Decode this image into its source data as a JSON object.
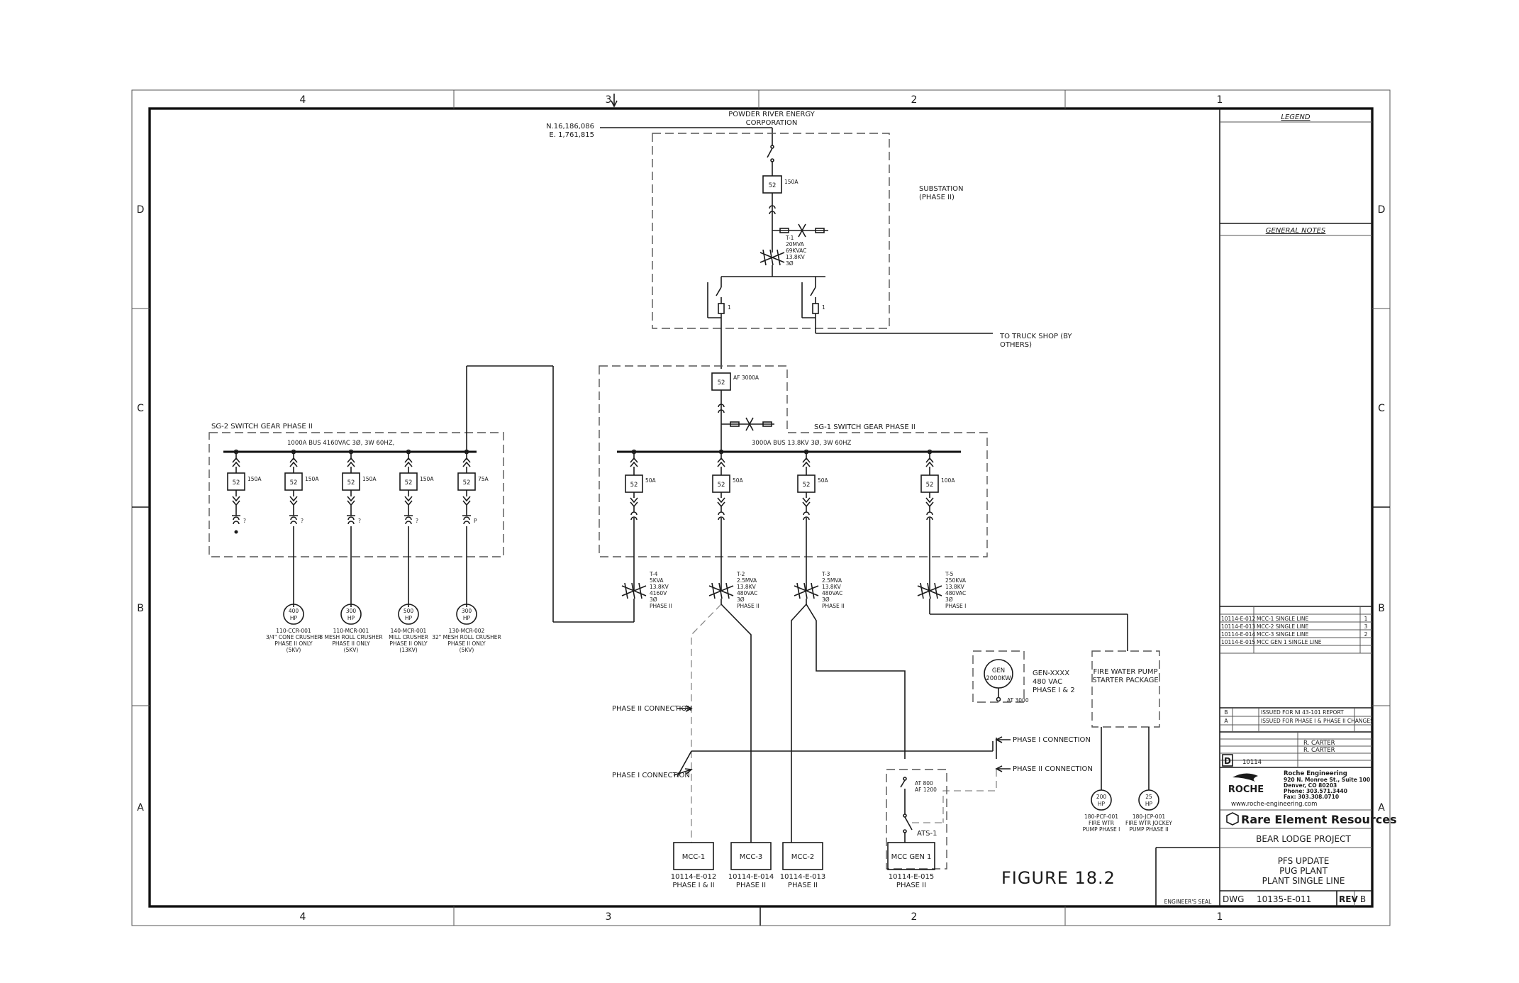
{
  "frame": {
    "zones_horizontal": [
      "4",
      "3",
      "2",
      "1"
    ],
    "zones_vertical": [
      "D",
      "C",
      "B",
      "A"
    ]
  },
  "utility": {
    "name_line1": "POWDER RIVER ENERGY",
    "name_line2": "CORPORATION",
    "coord_n": "N.16,186,086",
    "coord_e": "E. 1,761,815"
  },
  "substation": {
    "label_line1": "SUBSTATION",
    "label_line2": "(PHASE II)",
    "breaker": "52",
    "breaker_rating": "150A",
    "transformer_lines": [
      "T-1",
      "20MVA",
      "69KVAC",
      "13.8KV",
      "3Ø"
    ],
    "truck_shop_line1": "TO TRUCK SHOP (BY",
    "truck_shop_line2": "OTHERS)",
    "fuse_mark": "1"
  },
  "sg1": {
    "title": "SG-1 SWITCH GEAR PHASE II",
    "bus": "3000A BUS 13.8KV 3Ø, 3W 60HZ",
    "main_breaker": "52",
    "main_rating": "AF 3000A",
    "feeders": [
      {
        "breaker": "52",
        "rating": "50A"
      },
      {
        "breaker": "52",
        "rating": "50A"
      },
      {
        "breaker": "52",
        "rating": "50A"
      },
      {
        "breaker": "52",
        "rating": "100A"
      }
    ]
  },
  "sg2": {
    "title": "SG-2 SWITCH GEAR PHASE II",
    "bus": "1000A BUS 4160VAC 3Ø, 3W 60HZ,",
    "feeders": [
      {
        "breaker": "52",
        "rating": "150A",
        "mark": "?"
      },
      {
        "breaker": "52",
        "rating": "150A",
        "mark": "?"
      },
      {
        "breaker": "52",
        "rating": "150A",
        "mark": "?"
      },
      {
        "breaker": "52",
        "rating": "150A",
        "mark": "?"
      },
      {
        "breaker": "52",
        "rating": "75A",
        "mark": "P"
      }
    ]
  },
  "motors": [
    {
      "hp": "400",
      "unit": "HP",
      "tag": "110-CCR-001",
      "d1": "3/4\" CONE CRUSHER",
      "d2": "PHASE II ONLY",
      "d3": "(5KV)"
    },
    {
      "hp": "300",
      "unit": "HP",
      "tag": "110-MCR-001",
      "d1": "8 MESH ROLL CRUSHER",
      "d2": "PHASE II ONLY",
      "d3": "(5KV)"
    },
    {
      "hp": "500",
      "unit": "HP",
      "tag": "140-MCR-001",
      "d1": "MILL CRUSHER",
      "d2": "PHASE II ONLY",
      "d3": "(13KV)"
    },
    {
      "hp": "300",
      "unit": "HP",
      "tag": "130-MCR-002",
      "d1": "32\" MESH ROLL CRUSHER",
      "d2": "PHASE II ONLY",
      "d3": "(5KV)"
    }
  ],
  "transformers": [
    {
      "lines": [
        "T-4",
        "5KVA",
        "13.8KV",
        "4160V",
        "3Ø",
        "PHASE II"
      ]
    },
    {
      "lines": [
        "T-2",
        "2.5MVA",
        "13.8KV",
        "480VAC",
        "3Ø",
        "PHASE II"
      ]
    },
    {
      "lines": [
        "T-3",
        "2.5MVA",
        "13.8KV",
        "480VAC",
        "3Ø",
        "PHASE II"
      ]
    },
    {
      "lines": [
        "T-5",
        "250KVA",
        "13.8KV",
        "480VAC",
        "3Ø",
        "PHASE I"
      ]
    }
  ],
  "generator": {
    "symbol_line1": "GEN",
    "symbol_line2": "2000KW",
    "tag": "GEN-XXXX",
    "volts": "480 VAC",
    "phase": "PHASE I & 2",
    "small": "AT 3000"
  },
  "fire_pump": {
    "line1": "FIRE WATER PUMP",
    "line2": "STARTER PACKAGE",
    "pumps": [
      {
        "hp": "200",
        "unit": "HP",
        "tag": "180-PCF-001",
        "d1": "FIRE WTR",
        "d2": "PUMP PHASE I"
      },
      {
        "hp": "25",
        "unit": "HP",
        "tag": "180-JCP-001",
        "d1": "FIRE WTR JOCKEY",
        "d2": "PUMP PHASE II"
      }
    ]
  },
  "connections": {
    "phase2_left": "PHASE II CONNECTION",
    "phase1_left": "PHASE I CONNECTION",
    "phase1_right": "PHASE I CONNECTION",
    "phase2_right": "PHASE II CONNECTION"
  },
  "ats": {
    "breaker_line1": "AT 800",
    "breaker_line2": "AF 1200",
    "label": "ATS-1"
  },
  "mccs": [
    {
      "name": "MCC-1",
      "dwg": "10114-E-012",
      "phase": "PHASE I & II"
    },
    {
      "name": "MCC-3",
      "dwg": "10114-E-014",
      "phase": "PHASE II"
    },
    {
      "name": "MCC-2",
      "dwg": "10114-E-013",
      "phase": "PHASE II"
    },
    {
      "name": "MCC GEN 1",
      "dwg": "10114-E-015",
      "phase": "PHASE II"
    }
  ],
  "figure_label": "FIGURE 18.2",
  "title_block": {
    "legend": "LEGEND",
    "general_notes": "GENERAL NOTES",
    "references": [
      {
        "dwg": "10114-E-012",
        "title": "MCC-1 SINGLE LINE",
        "sht": "1"
      },
      {
        "dwg": "10114-E-013",
        "title": "MCC-2 SINGLE LINE",
        "sht": "3"
      },
      {
        "dwg": "10114-E-014",
        "title": "MCC-3 SINGLE LINE",
        "sht": "2"
      },
      {
        "dwg": "10114-E-015",
        "title": "MCC GEN 1 SINGLE LINE",
        "sht": ""
      }
    ],
    "revisions": [
      {
        "rev": "B",
        "desc": "ISSUED FOR NI 43-101 REPORT"
      },
      {
        "rev": "A",
        "desc": "ISSUED FOR PHASE I & PHASE II CHANGES"
      }
    ],
    "drawn": "R. CARTER",
    "checked": "R. CARTER",
    "size": "D",
    "job": "10114",
    "consultant_name": "Roche Engineering",
    "consultant_lines": [
      "920 N. Monroe St., Suite 100",
      "Denver, CO 80203",
      "Phone: 303.571.3440",
      "Fax: 303.308.0710"
    ],
    "consultant_web": "www.roche-engineering.com",
    "roche_logo": "ROCHE",
    "client_logo": "Rare Element Resources",
    "project": "BEAR LODGE PROJECT",
    "title_lines": [
      "PFS UPDATE",
      "PUG PLANT",
      "PLANT SINGLE LINE"
    ],
    "dwg_label": "DWG",
    "dwg_no": "10135-E-011",
    "rev_label": "REV",
    "rev": "B",
    "seal": "ENGINEER'S SEAL"
  }
}
